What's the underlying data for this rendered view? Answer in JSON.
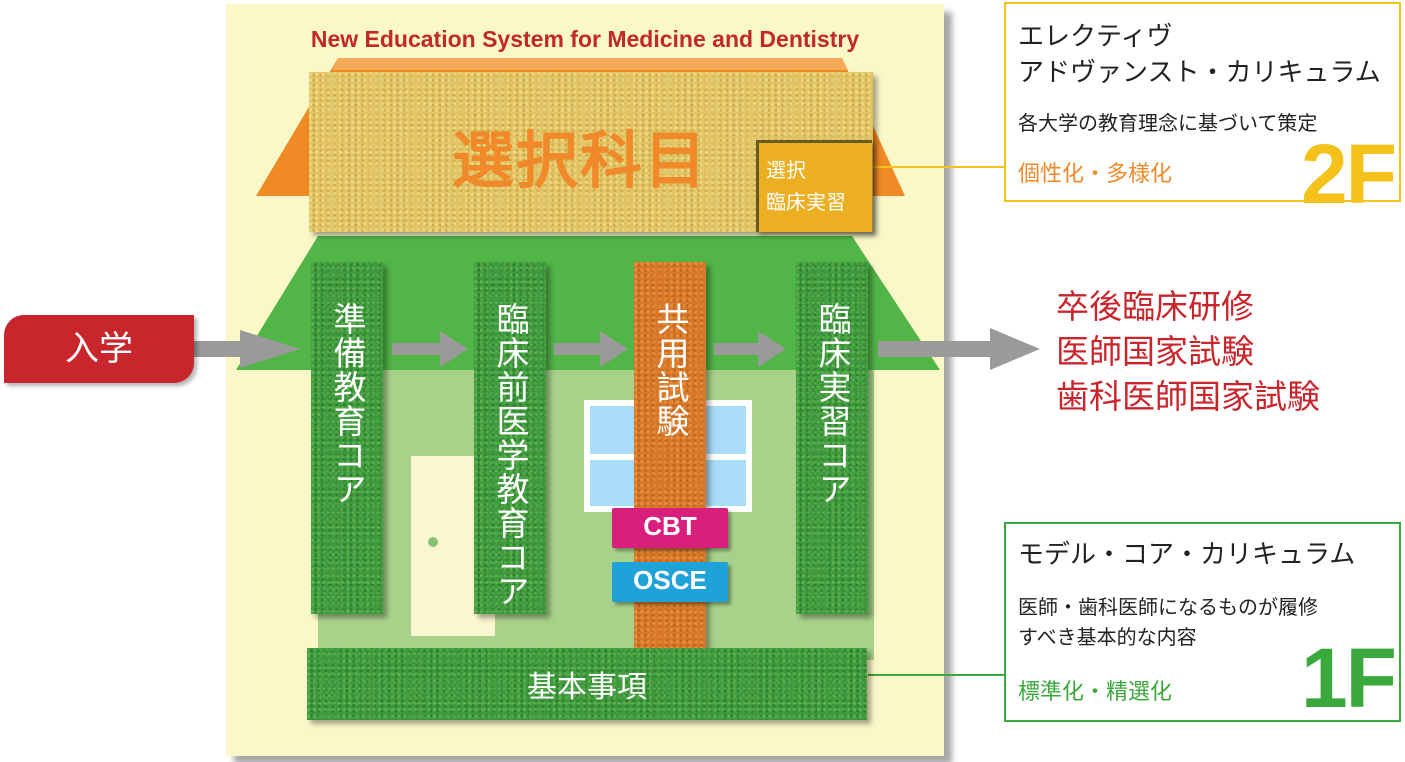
{
  "title": "New Education System for Medicine and Dentistry",
  "upper_floor": {
    "label": "選択科目",
    "elective_practice": [
      "選択",
      "臨床実習"
    ]
  },
  "pillars": [
    {
      "label": "準備教育コア"
    },
    {
      "label": "臨床前医学教育コア"
    },
    {
      "label": "共用試験"
    },
    {
      "label": "臨床実習コア"
    }
  ],
  "exams": {
    "cbt": "CBT",
    "osce": "OSCE"
  },
  "foundation": {
    "label": "基本事項"
  },
  "entry": {
    "label": "入学"
  },
  "after_graduation": [
    "卒後臨床研修",
    "医師国家試験",
    "歯科医師国家試験"
  ],
  "box_2f": {
    "title_line1": "エレクティヴ",
    "title_line2": "アドヴァンスト・カリキュラム",
    "description": "各大学の教育理念に基づいて策定",
    "tagline": "個性化・多様化",
    "floor": "2F"
  },
  "box_1f": {
    "title": "モデル・コア・カリキュラム",
    "description_line1": "医師・歯科医師になるものが履修",
    "description_line2": "すべき基本的な内容",
    "tagline": "標準化・精選化",
    "floor": "1F"
  },
  "colors": {
    "accent_red": "#c9252c",
    "green": "#3e9a3e",
    "orange": "#f0892a",
    "yellow": "#f4c21a",
    "cbt": "#d81f7d",
    "osce": "#1fa2d8"
  }
}
